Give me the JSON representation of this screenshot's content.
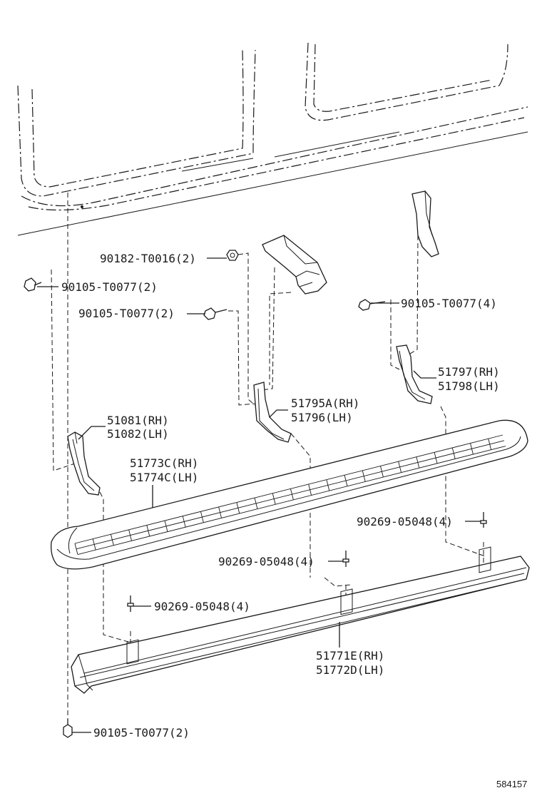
{
  "figure_number": "584157",
  "callouts": {
    "bolt_top_right": "90105-T0077(4)",
    "nut_top": "90182-T0016(2)",
    "bolt_left": "90105-T0077(2)",
    "bolt_mid": "90105-T0077(2)",
    "bracket_rear_rh": "51797(RH)",
    "bracket_rear_lh": "51798(LH)",
    "bracket_center_rh": "51795A(RH)",
    "bracket_center_lh": "51796(LH)",
    "bracket_front_rh": "51081(RH)",
    "bracket_front_lh": "51082(LH)",
    "step_rh": "51773C(RH)",
    "step_lh": "51774C(LH)",
    "screw_right": "90269-05048(4)",
    "screw_center": "90269-05048(4)",
    "screw_left": "90269-05048(4)",
    "rail_rh": "51771E(RH)",
    "rail_lh": "51772D(LH)",
    "bolt_bottom": "90105-T0077(2)"
  }
}
